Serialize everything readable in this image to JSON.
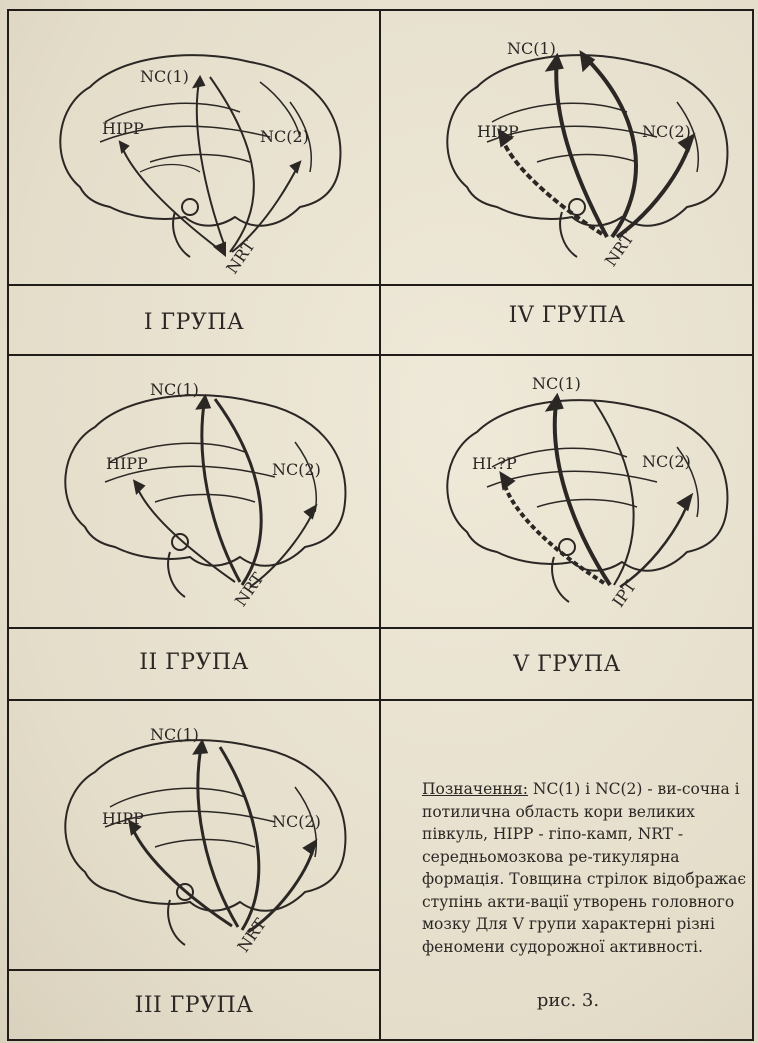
{
  "panels": [
    {
      "id": "I",
      "caption": "I ГРУПА",
      "labels": {
        "nc1": "NC(1)",
        "nc2": "NC(2)",
        "hipp": "HIPP",
        "nrt": "NRT"
      }
    },
    {
      "id": "IV",
      "caption": "IV ГРУПА",
      "labels": {
        "nc1": "NC(1)",
        "nc2": "NC(2)",
        "hipp": "HIPP",
        "nrt": "NRT"
      }
    },
    {
      "id": "II",
      "caption": "II ГРУПА",
      "labels": {
        "nc1": "NC(1)",
        "nc2": "NC(2)",
        "hipp": "HIPP",
        "nrt": "NRT"
      }
    },
    {
      "id": "V",
      "caption": "V ГРУПА",
      "labels": {
        "nc1": "NC(1)",
        "nc2": "NC(2)",
        "hipp": "HI.?P",
        "nrt": "IPT"
      }
    },
    {
      "id": "III",
      "caption": "III ГРУПА",
      "labels": {
        "nc1": "NC(1)",
        "nc2": "NC(2)",
        "hipp": "HIPP",
        "nrt": "NRT"
      }
    }
  ],
  "legend": {
    "label": "Позначення:",
    "text": " NC(1) і NC(2) - ви-сочна і потилична область кори великих півкуль, HIPP - гіпо-камп, NRT - середньомозкова ре-тикулярна формація. Товщина стрілок відображає ступінь акти-вації утворень головного мозку Для V групи характерні різні феномени судорожної активності."
  },
  "figure_label": "рис. 3.",
  "colors": {
    "ink": "#2b2724",
    "paper": "#e9e3d2",
    "grid": "#1f1c19"
  }
}
